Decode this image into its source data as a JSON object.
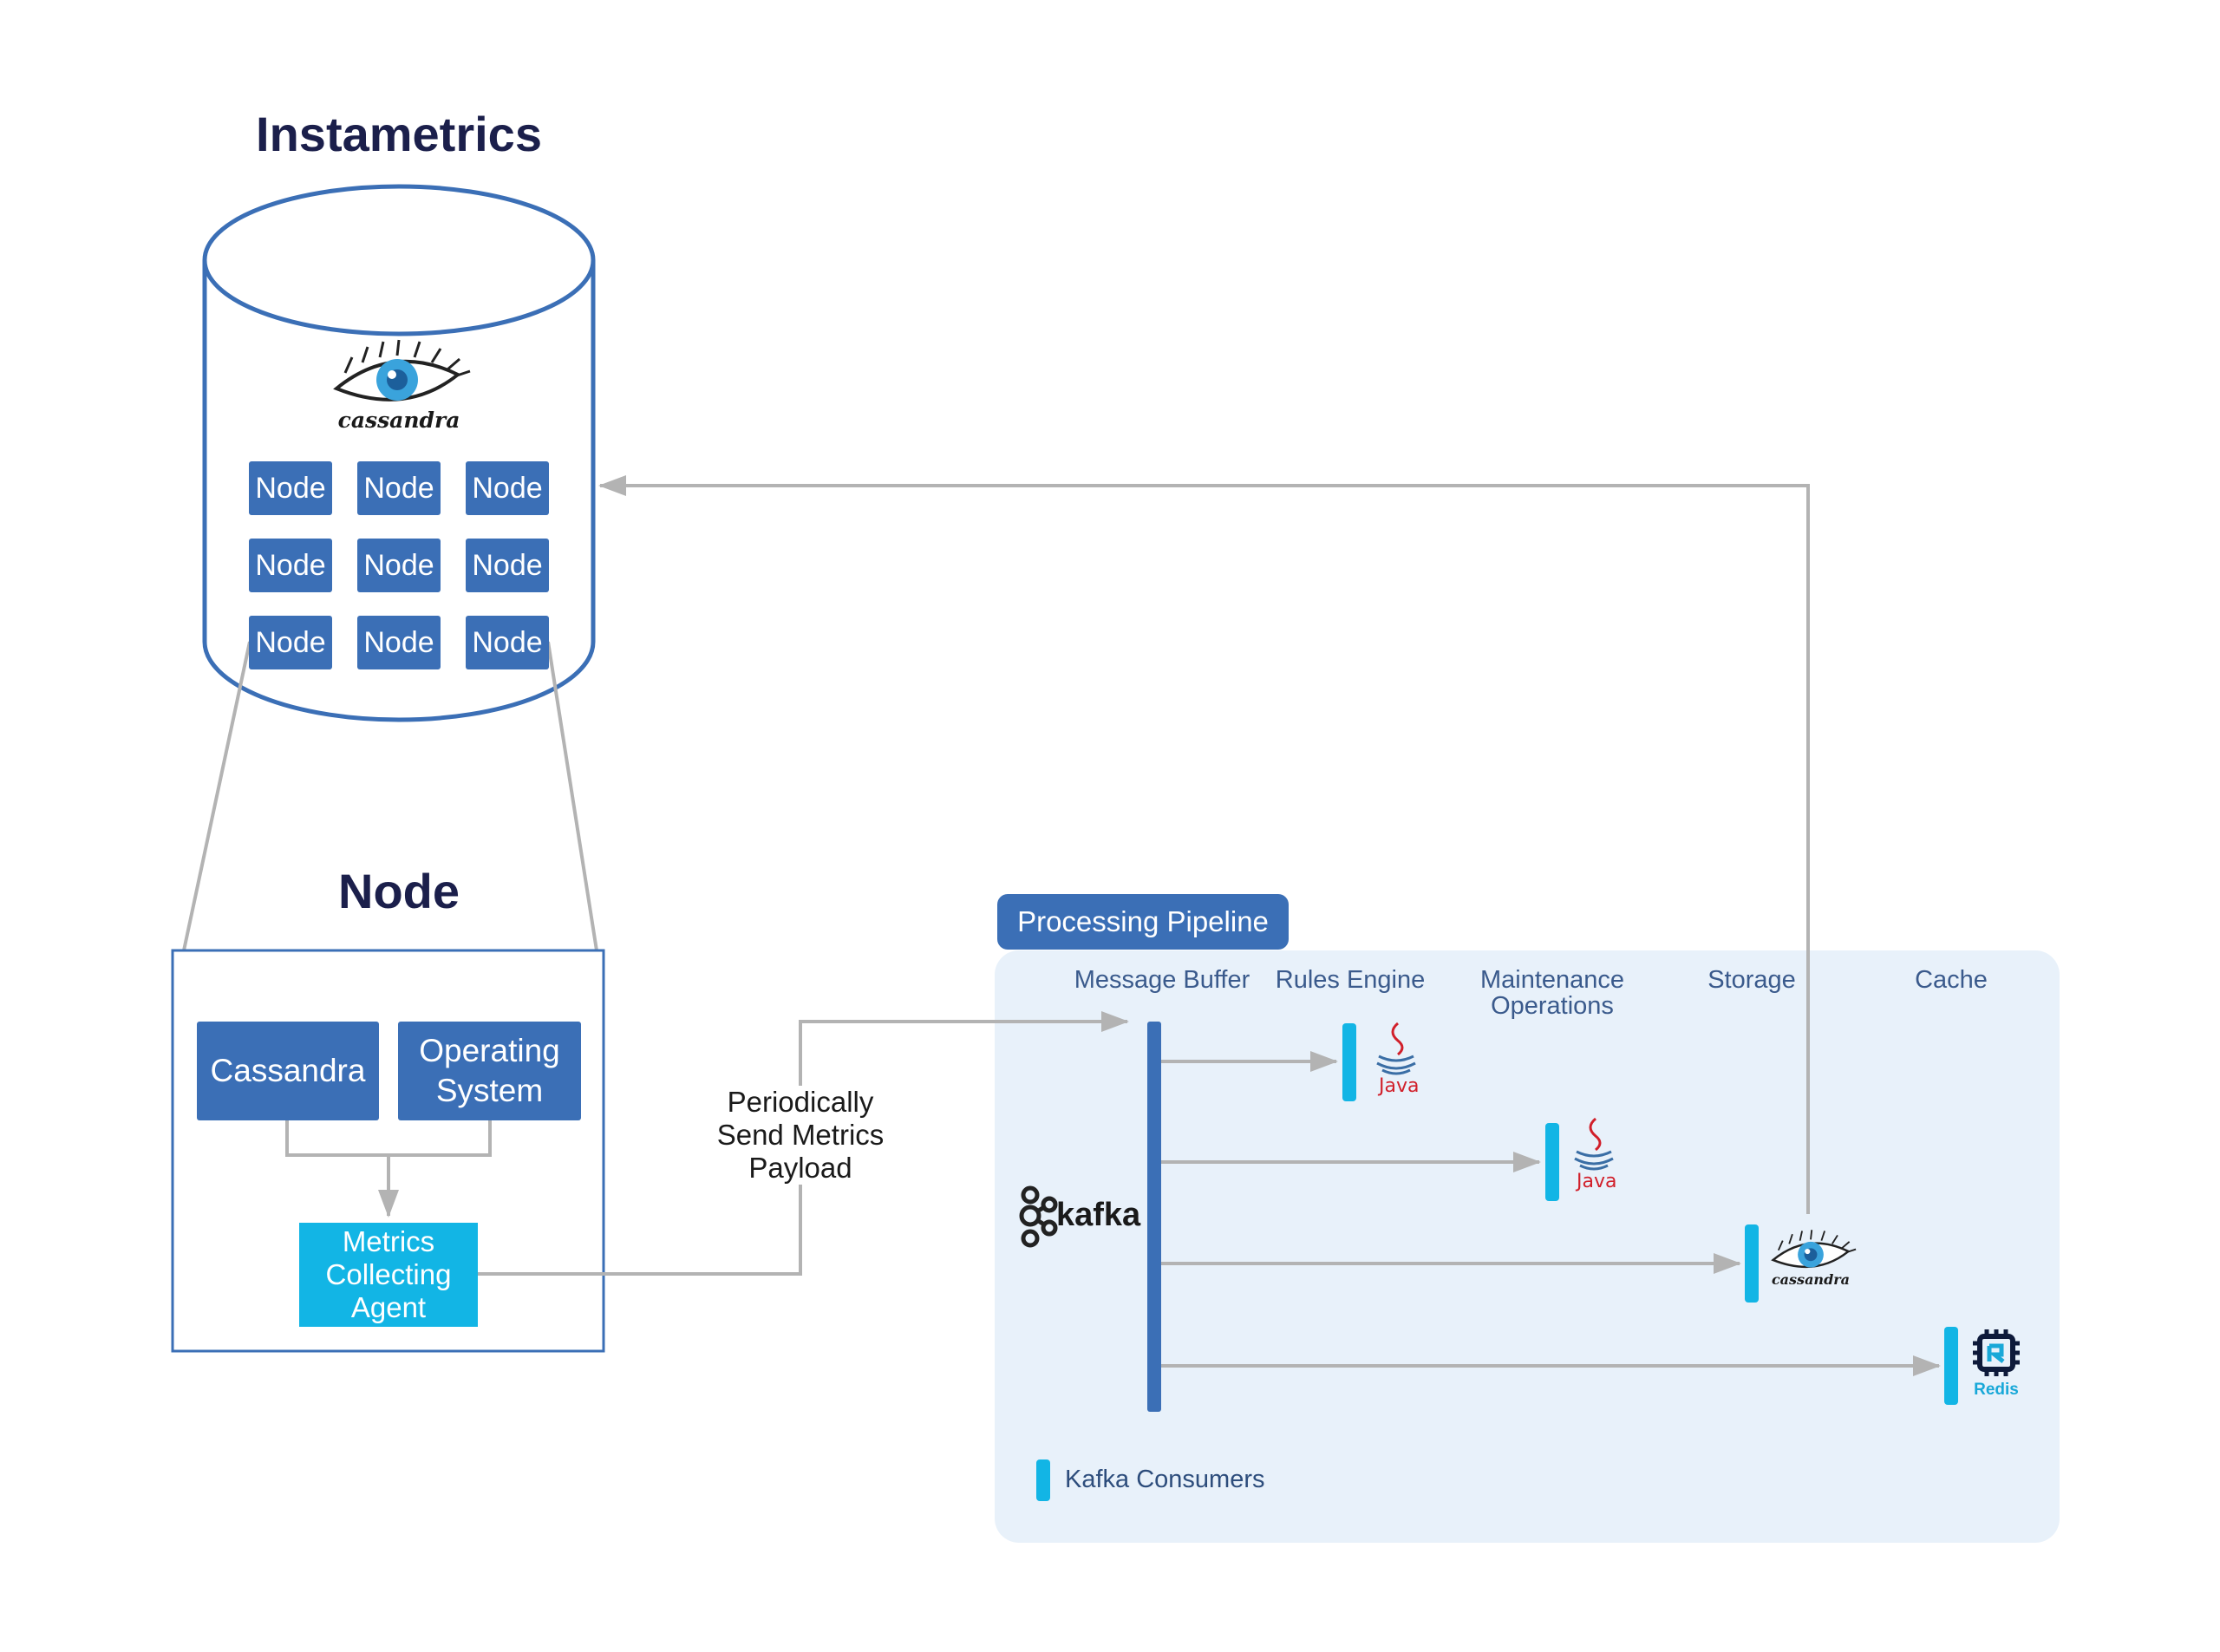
{
  "instametrics": {
    "title": "Instametrics",
    "logo_text": "cassandra",
    "logo_icon": "cassandra-eye-icon",
    "node_label": "Node",
    "nodes": [
      "Node",
      "Node",
      "Node",
      "Node",
      "Node",
      "Node",
      "Node",
      "Node",
      "Node"
    ]
  },
  "node_detail": {
    "title": "Node",
    "cassandra_label": "Cassandra",
    "os_label": "Operating\nSystem",
    "agent_label": "Metrics\nCollecting\nAgent"
  },
  "flow_label": "Periodically\nSend Metrics\nPayload",
  "pipeline": {
    "title": "Processing Pipeline",
    "columns": {
      "message_buffer": "Message Buffer",
      "rules_engine": "Rules Engine",
      "maintenance": "Maintenance\nOperations",
      "storage": "Storage",
      "cache": "Cache"
    },
    "kafka_text": "kafka",
    "kafka_icon": "kafka-logo-icon",
    "java_text": "Java",
    "java_icon": "java-cup-icon",
    "storage_logo_text": "cassandra",
    "redis_text": "Redis",
    "redis_icon": "redis-chip-icon",
    "legend": "Kafka Consumers"
  },
  "colors": {
    "dark_blue": "#3b6fb6",
    "cyan": "#12b5e5",
    "panel": "#e8f1fa",
    "arrow": "#b3b3b3",
    "title": "#1b1f4b"
  }
}
